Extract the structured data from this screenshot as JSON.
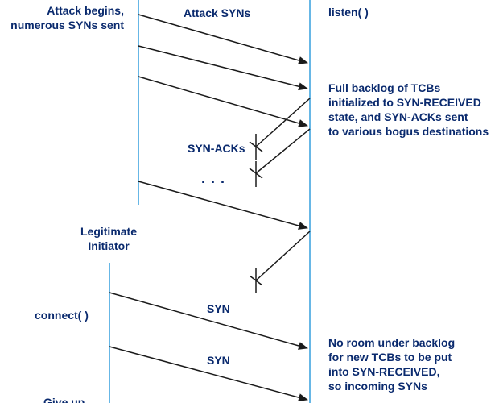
{
  "colors": {
    "timeline": "#67b7e6",
    "arrow": "#1a1a1a",
    "text": "#0a2a6e"
  },
  "labels": {
    "attack_begins": [
      "Attack begins,",
      "numerous SYNs sent"
    ],
    "attack_syns": "Attack SYNs",
    "listen": "listen( )",
    "full_backlog": [
      "Full backlog of TCBs",
      "initialized to SYN-RECEIVED",
      "state, and SYN-ACKs sent",
      "to various bogus destinations"
    ],
    "syn_acks": "SYN-ACKs",
    "ellipsis": ". . .",
    "legit_initiator": [
      "Legitimate",
      "Initiator"
    ],
    "connect": "connect( )",
    "syn_1": "SYN",
    "syn_2": "SYN",
    "no_room": [
      "No room under backlog",
      "for new TCBs to be put",
      "into SYN-RECEIVED,",
      "so incoming SYNs"
    ],
    "give_up": "Give up"
  }
}
